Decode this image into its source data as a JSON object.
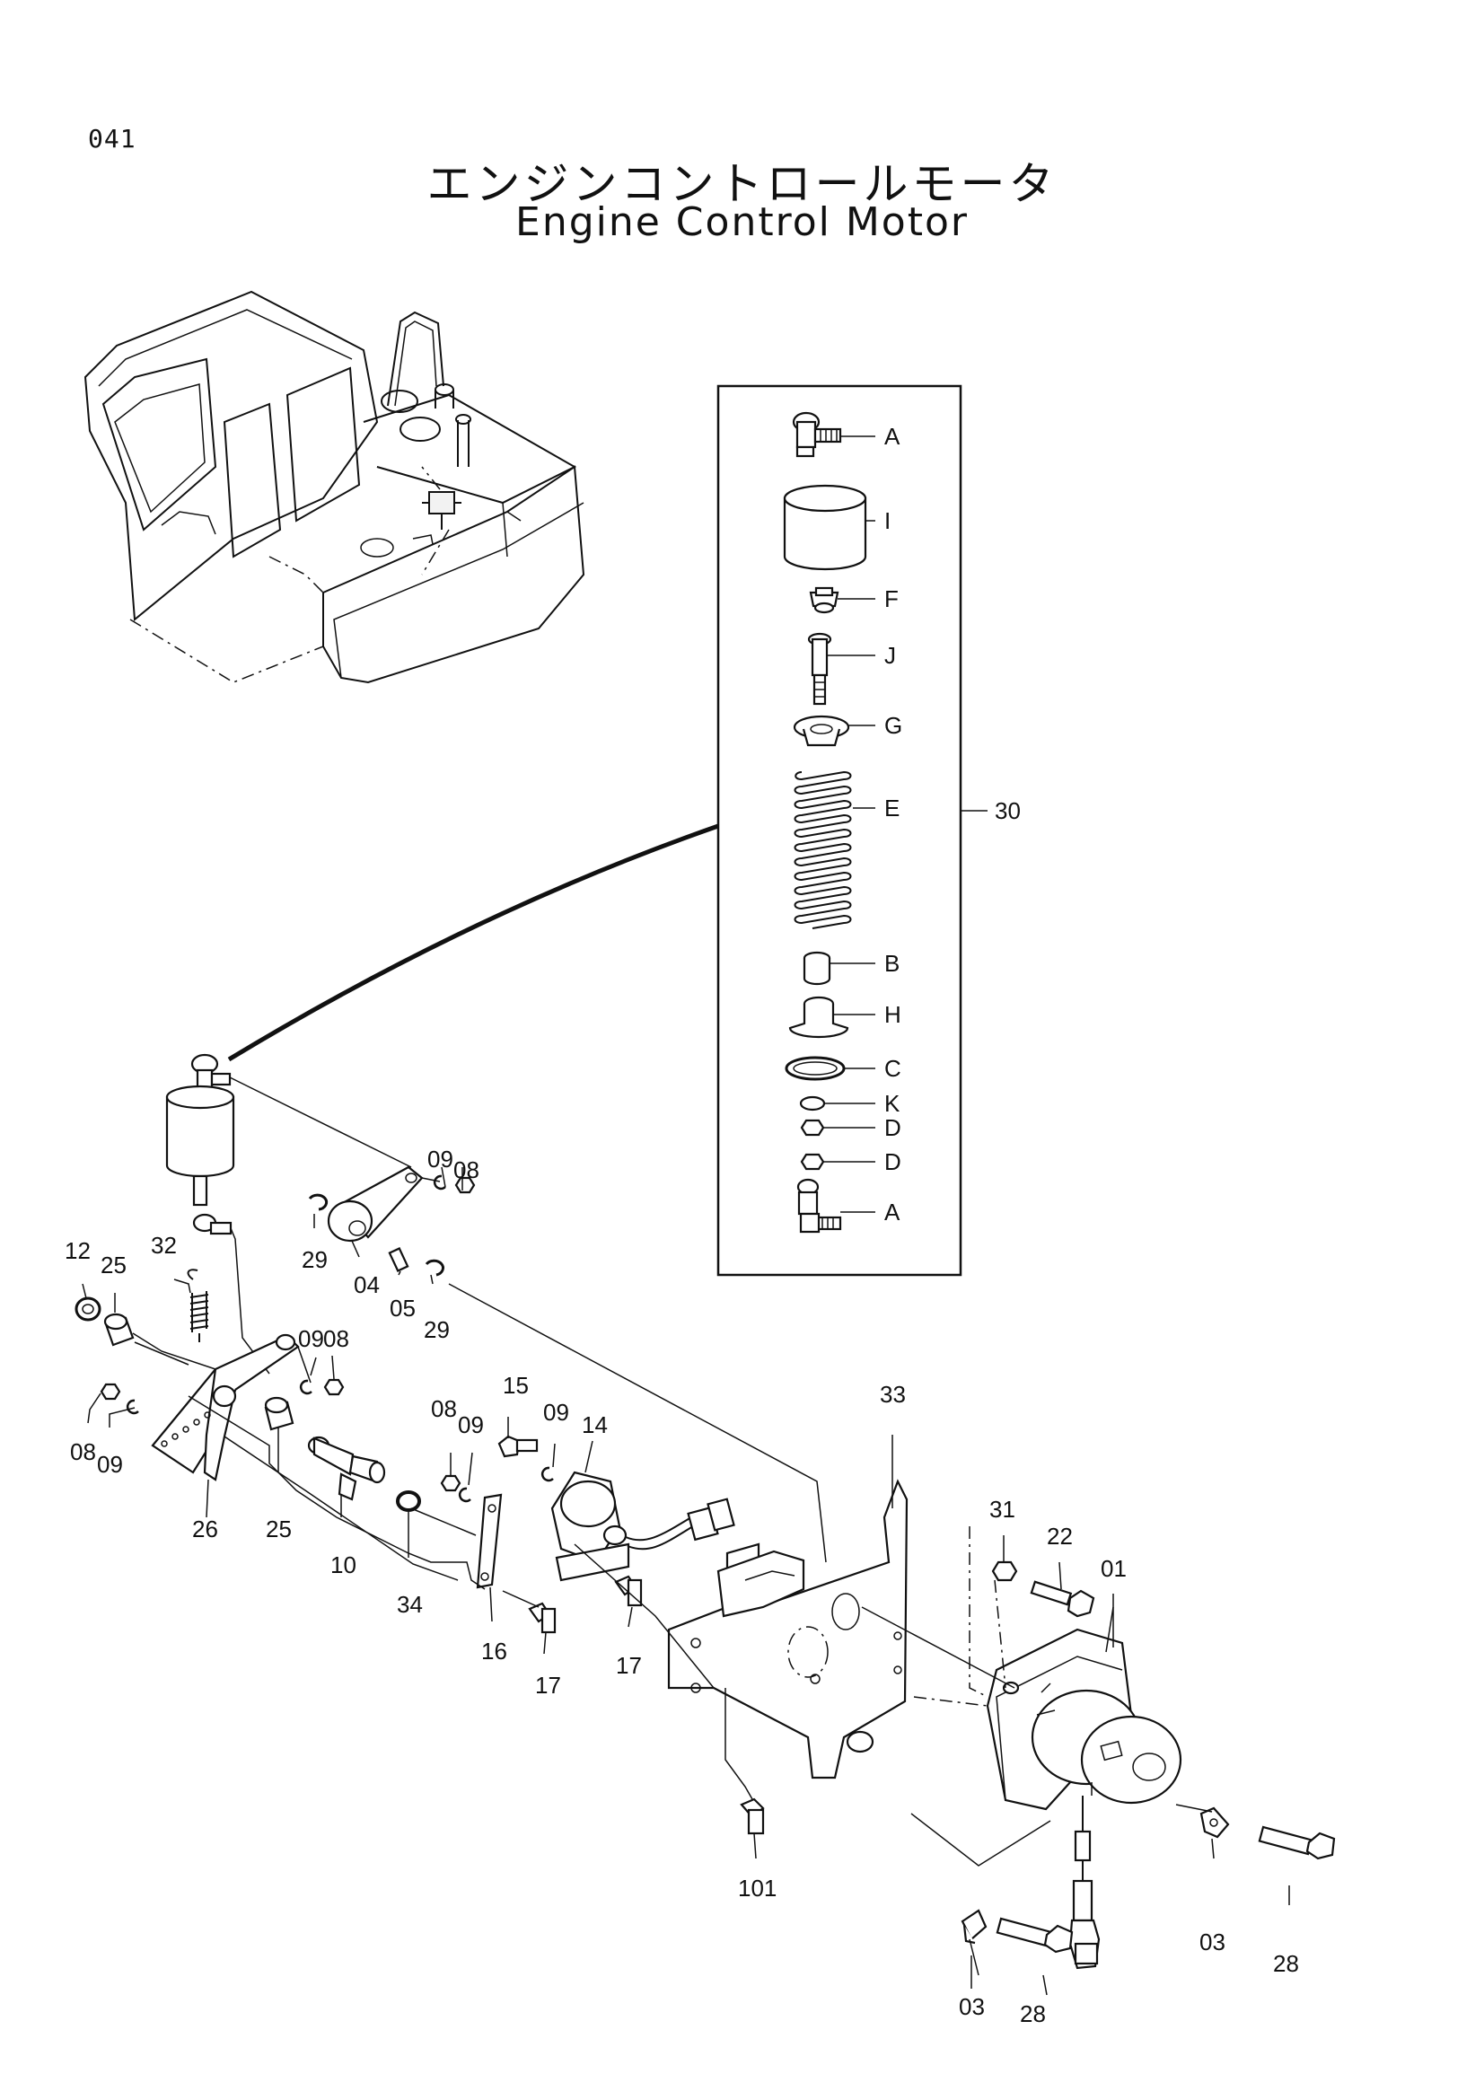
{
  "page_number": "041",
  "title_ja": "エンジンコントロールモータ",
  "title_en": "Engine Control Motor",
  "inset_parts": [
    "A",
    "I",
    "F",
    "J",
    "G",
    "E",
    "B",
    "H",
    "C",
    "K",
    "D",
    "D",
    "A"
  ],
  "assembly_ref": "30",
  "part_numbers": {
    "p01": "01",
    "p03a": "03",
    "p03b": "03",
    "p04": "04",
    "p05": "05",
    "p08a": "08",
    "p08b": "08",
    "p08c": "08",
    "p08d": "08",
    "p09a": "09",
    "p09b": "09",
    "p09c": "09",
    "p09d": "09",
    "p09e": "09",
    "p10": "10",
    "p12": "12",
    "p14": "14",
    "p15": "15",
    "p16": "16",
    "p17a": "17",
    "p17b": "17",
    "p22": "22",
    "p25a": "25",
    "p25b": "25",
    "p26": "26",
    "p28a": "28",
    "p28b": "28",
    "p29a": "29",
    "p29b": "29",
    "p31": "31",
    "p32": "32",
    "p33": "33",
    "p34": "34",
    "p101": "101"
  }
}
